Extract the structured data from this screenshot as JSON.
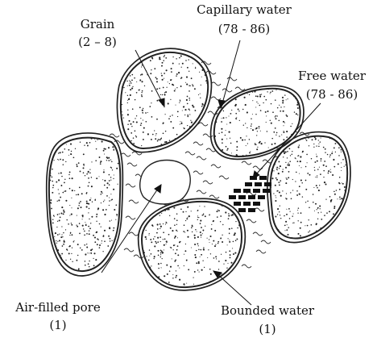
{
  "labels": {
    "grain": {
      "name": "Grain",
      "value": "(2 – 8)"
    },
    "capillary_water": {
      "name": "Capillary water",
      "value": "(78 - 86)"
    },
    "free_water": {
      "name": "Free water",
      "value": "(78 - 86)"
    },
    "air_filled_pore": {
      "name": "Air-filled pore",
      "value": "(1)"
    },
    "bounded_water": {
      "name": "Bounded water",
      "value": "(1)"
    }
  }
}
